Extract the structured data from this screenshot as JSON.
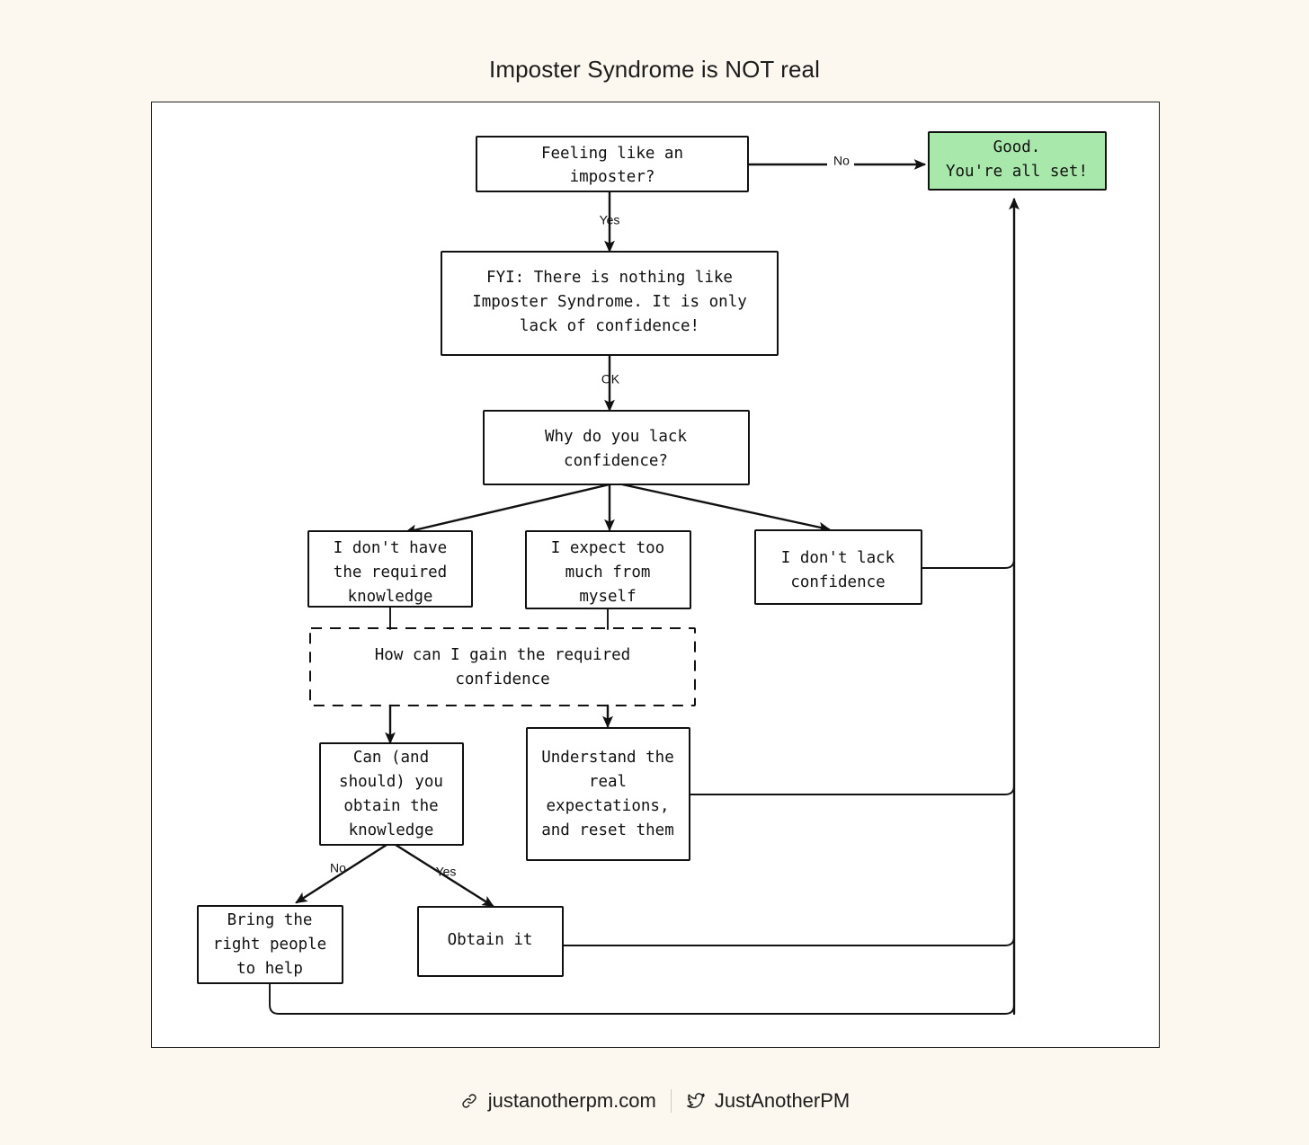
{
  "title": "Imposter Syndrome is NOT real",
  "colors": {
    "page_background": "#fdf8ef",
    "canvas_background": "#ffffff",
    "stroke": "#111111",
    "success_fill": "#a9e8ab"
  },
  "flow": {
    "nodes": [
      {
        "id": "feeling",
        "lines": [
          "Feeling like an",
          "imposter?"
        ]
      },
      {
        "id": "good",
        "lines": [
          "Good.",
          "You're all set!"
        ]
      },
      {
        "id": "fyi",
        "lines": [
          "FYI: There is nothing like",
          "Imposter Syndrome. It is only",
          "lack of confidence!"
        ]
      },
      {
        "id": "why",
        "lines": [
          "Why do you lack",
          "confidence?"
        ]
      },
      {
        "id": "no-knowledge",
        "lines": [
          "I don't have",
          "the required",
          "knowledge"
        ]
      },
      {
        "id": "expect-much",
        "lines": [
          "I expect too",
          "much from",
          "myself"
        ]
      },
      {
        "id": "no-lack",
        "lines": [
          "I don't lack",
          "confidence"
        ]
      },
      {
        "id": "how-gain",
        "lines": [
          "How can I gain the required",
          "confidence"
        ]
      },
      {
        "id": "can-obtain",
        "lines": [
          "Can (and",
          "should) you",
          "obtain the",
          "knowledge"
        ]
      },
      {
        "id": "understand",
        "lines": [
          "Understand the",
          "real",
          "expectations,",
          "and reset them"
        ]
      },
      {
        "id": "bring-people",
        "lines": [
          "Bring the",
          "right people",
          "to help"
        ]
      },
      {
        "id": "obtain-it",
        "lines": [
          "Obtain it"
        ]
      }
    ],
    "edge_labels": {
      "feeling_no": "No",
      "feeling_yes": "Yes",
      "fyi_ok": "OK",
      "can_obtain_no": "No",
      "can_obtain_yes": "Yes"
    }
  },
  "footer": {
    "website": "justanotherpm.com",
    "website_icon": "link-icon",
    "handle": "JustAnotherPM",
    "handle_icon": "twitter-bird-icon"
  }
}
